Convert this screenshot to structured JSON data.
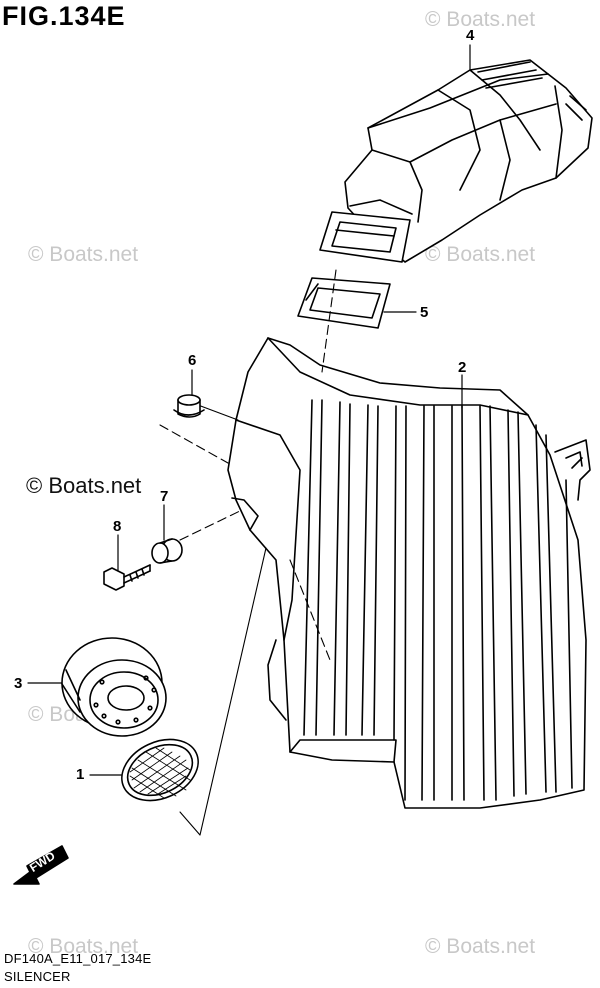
{
  "figure": {
    "title": "FIG.134E"
  },
  "watermarks": {
    "main": "© Boats.net",
    "faint": "© Boats.net"
  },
  "callouts": [
    "1",
    "2",
    "3",
    "4",
    "5",
    "6",
    "7",
    "8"
  ],
  "direction_arrow": {
    "label": "FWD"
  },
  "footer": {
    "code": "DF140A_E11_017_134E",
    "name": "SILENCER"
  },
  "colors": {
    "line": "#000000",
    "watermark": "#c8c8c8",
    "background": "#ffffff"
  }
}
